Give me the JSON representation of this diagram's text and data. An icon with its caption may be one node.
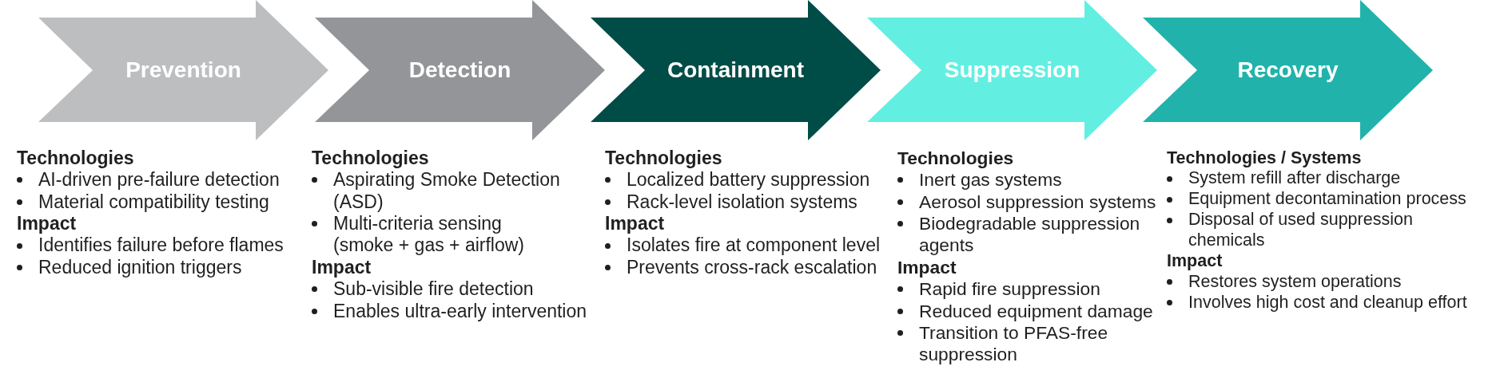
{
  "diagram": {
    "nodes": [
      {
        "text": [
          "Prevention"
        ],
        "beside": [
          "Technologies",
          "AI-driven pre-failure detection",
          "Material compatibility testing",
          "Impact",
          "Identifies failure before flames",
          "Reduced ignition triggers"
        ]
      },
      {
        "text": [
          "Detection"
        ],
        "beside": [
          "Technologies",
          "Aspirating Smoke Detection (ASD)",
          "Multi-criteria sensing (smoke + gas + airflow)",
          "Impact",
          "Sub-visible fire detection",
          "Enables ultra-early intervention"
        ]
      },
      {
        "text": [
          "Containment"
        ],
        "beside": [
          "Technologies",
          "Localized battery suppression",
          "Rack-level isolation systems",
          "Impact",
          "Isolates fire at component level",
          "Prevents cross-rack escalation"
        ]
      },
      {
        "text": [
          "Suppression"
        ],
        "beside": [
          "Technologies",
          "Inert gas systems",
          "Aerosol suppression systems",
          "Biodegradable suppression agents",
          "Impact",
          "Rapid fire suppression",
          "Reduced equipment damage",
          "Transition to PFAS-free suppression"
        ]
      },
      {
        "text": [
          "Recovery"
        ],
        "beside": [
          "Technologies / Systems",
          "System refill after discharge",
          "Equipment decontamination process",
          "Disposal of used suppression chemicals",
          "Impact",
          "Restores system operations",
          "Involves high cost and cleanup effort"
        ]
      }
    ]
  }
}
